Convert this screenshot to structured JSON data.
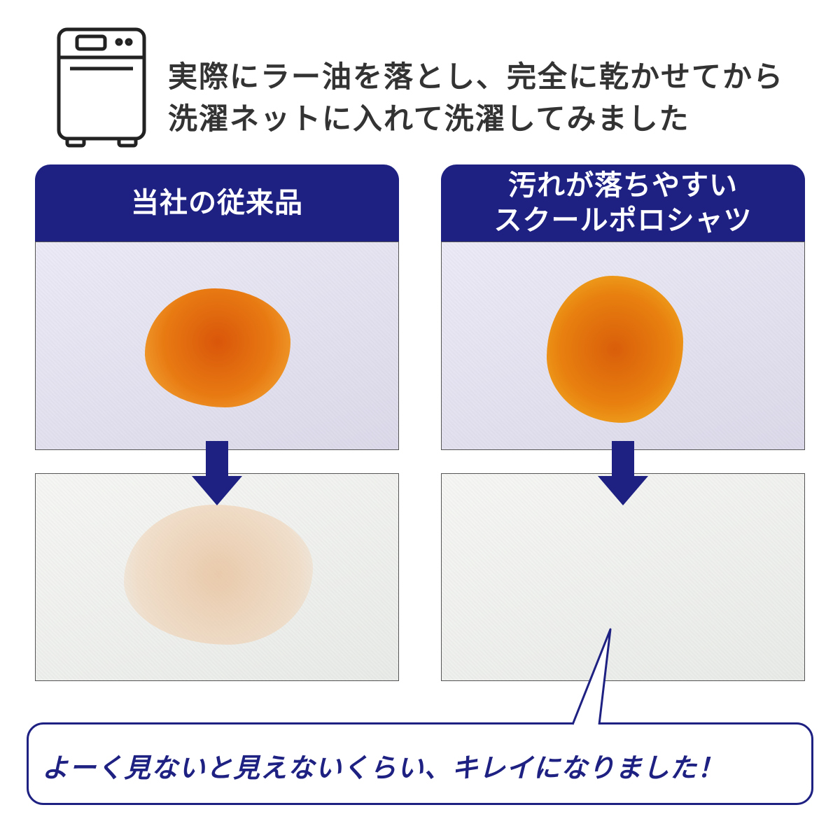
{
  "headline": {
    "line1": "実際にラー油を落とし、完全に乾かせてから",
    "line2": "洗濯ネットに入れて洗濯してみました"
  },
  "left_panel": {
    "title": "当社の従来品"
  },
  "right_panel": {
    "title_line1": "汚れが落ちやすい",
    "title_line2": "スクールポロシャツ"
  },
  "callout": {
    "text": "よーく見ないと見えないくらい、キレイになりました！"
  },
  "colors": {
    "navy": "#1e2182",
    "stain": "#e2790f"
  }
}
